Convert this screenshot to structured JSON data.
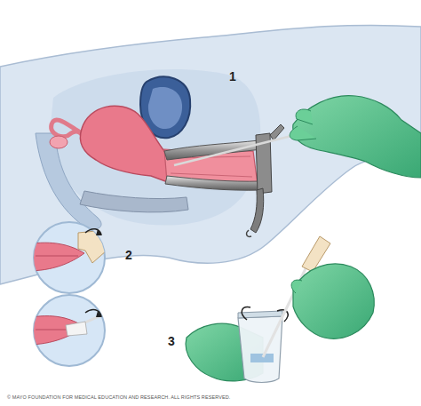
{
  "diagram": {
    "labels": [
      "1",
      "2",
      "3",
      "© MAYO FOUNDATION FOR MEDICAL EDUCATION AND RESEARCH. ALL RIGHTS RESERVED."
    ]
  }
}
